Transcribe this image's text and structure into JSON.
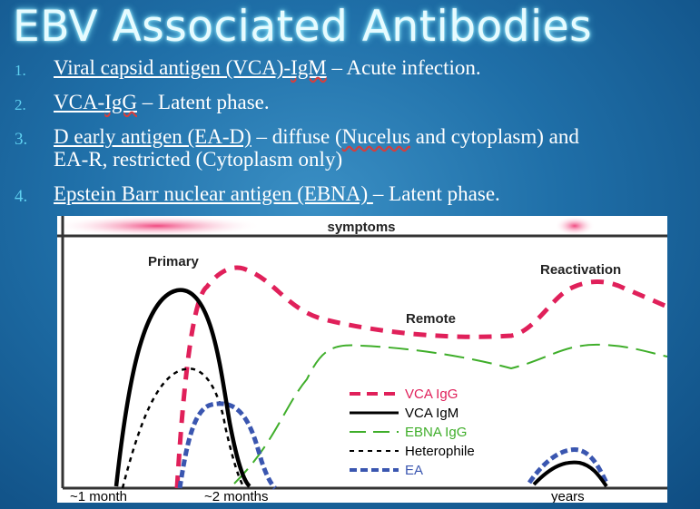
{
  "title": "EBV Associated Antibodies",
  "items": [
    {
      "num": "1.",
      "term_a": "Viral capsid antigen (VCA)-",
      "term_b": "IgM",
      "rest": " – Acute infection."
    },
    {
      "num": "2.",
      "term_a": "VCA-",
      "term_b": "IgG",
      "rest": " – Latent phase."
    },
    {
      "num": "3.",
      "term": "D early antigen (EA-D)",
      "rest_a": " – diffuse (",
      "rest_b": "Nucelus",
      "rest_c": " and cytoplasm) and",
      "line2": "EA-R, restricted (Cytoplasm only)"
    },
    {
      "num": "4.",
      "term": "Epstein Barr nuclear antigen (EBNA) ",
      "rest": "– Latent phase."
    }
  ],
  "graph": {
    "symptoms_label": "symptoms",
    "primary_label": "Primary",
    "remote_label": "Remote",
    "reactivation_label": "Reactivation",
    "x_labels": [
      "~1 month",
      "~2 months",
      "years"
    ],
    "legend": [
      {
        "label": "VCA IgG",
        "color": "#e0205a"
      },
      {
        "label": "VCA IgM",
        "color": "#000000"
      },
      {
        "label": "EBNA IgG",
        "color": "#3fae2a"
      },
      {
        "label": "Heterophile",
        "color": "#000000"
      },
      {
        "label": "EA",
        "color": "#3a56b0"
      }
    ]
  }
}
